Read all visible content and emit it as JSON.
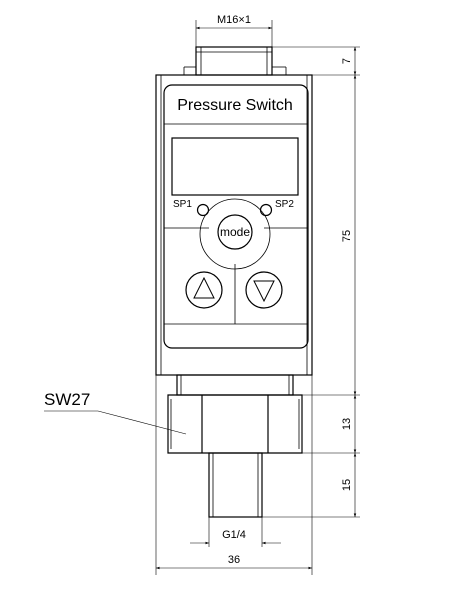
{
  "device": {
    "title": "Pressure Switch",
    "buttons": {
      "mode": "mode"
    },
    "indicators": {
      "sp1": "SP1",
      "sp2": "SP2"
    }
  },
  "callouts": {
    "wrench_size": "SW27"
  },
  "dimensions": {
    "top_thread": "M16×1",
    "top_height": "7",
    "body_height": "75",
    "hex_height": "13",
    "thread_length": "15",
    "process_thread": "G1/4",
    "overall_width": "36"
  }
}
